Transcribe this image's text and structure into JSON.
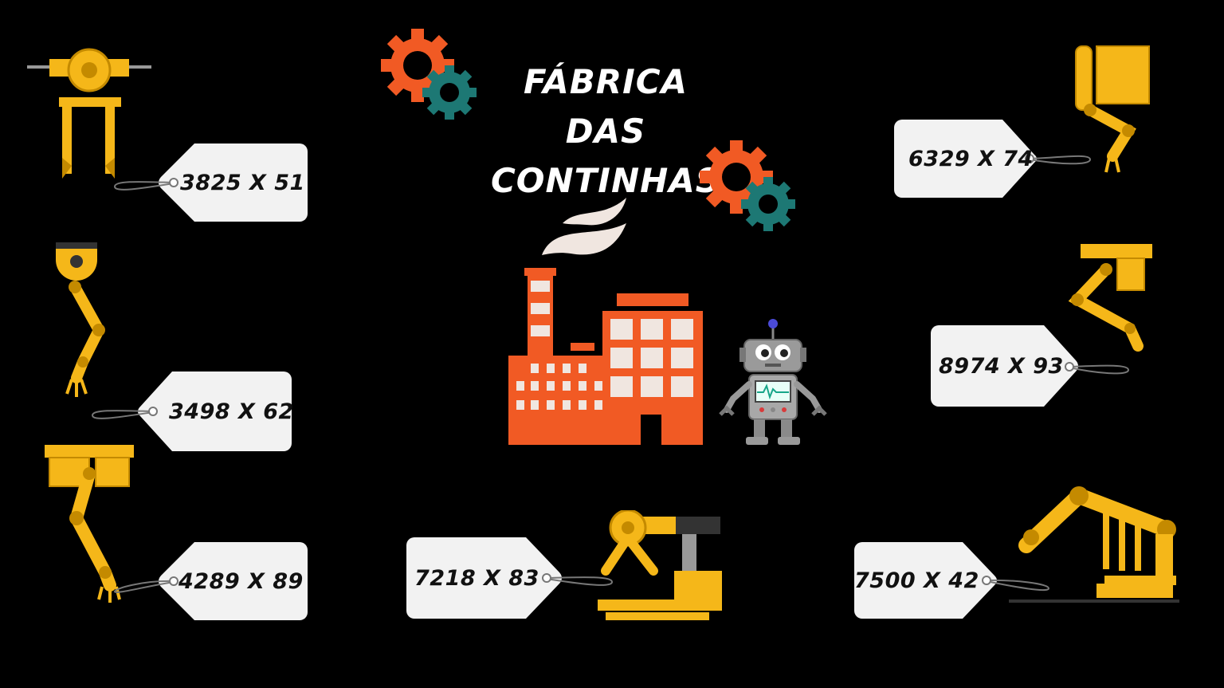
{
  "title": {
    "line1": "FÁBRICA DAS",
    "line2": "CONTINHAS"
  },
  "tags": [
    {
      "text": "3825 X 51"
    },
    {
      "text": "3498 X 62"
    },
    {
      "text": "4289 X 89"
    },
    {
      "text": "7218 X 83"
    },
    {
      "text": "7500 X 42"
    },
    {
      "text": "6329 X 74"
    },
    {
      "text": "8974 X 93"
    }
  ],
  "colors": {
    "yellow": "#F5B719",
    "orange": "#F15A24",
    "teal": "#1D7874",
    "tag": "#F2F2F2"
  }
}
